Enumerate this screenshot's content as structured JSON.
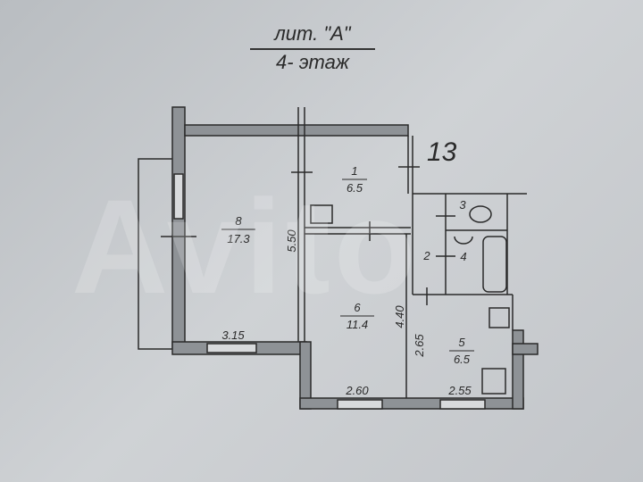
{
  "header": {
    "line1": "лит. \"А\"",
    "line2": "4- этаж"
  },
  "apartment_number": "13",
  "rooms": [
    {
      "number": "1",
      "area": "6.5"
    },
    {
      "number": "2",
      "area": ""
    },
    {
      "number": "3",
      "area": ""
    },
    {
      "number": "4",
      "area": ""
    },
    {
      "number": "5",
      "area": "6.5"
    },
    {
      "number": "6",
      "area": "11.4"
    },
    {
      "number": "8",
      "area": "17.3"
    }
  ],
  "dimensions": {
    "room8_width": "3.15",
    "room8_length": "5.50",
    "room6_width": "2.60",
    "room6_length": "4.40",
    "room5_width": "2.55",
    "room5_length": "2.65"
  },
  "watermark": "Avito",
  "colors": {
    "background": "#c4c8cc",
    "wall_fill": "#8e9296",
    "line": "#2a2a2a"
  }
}
